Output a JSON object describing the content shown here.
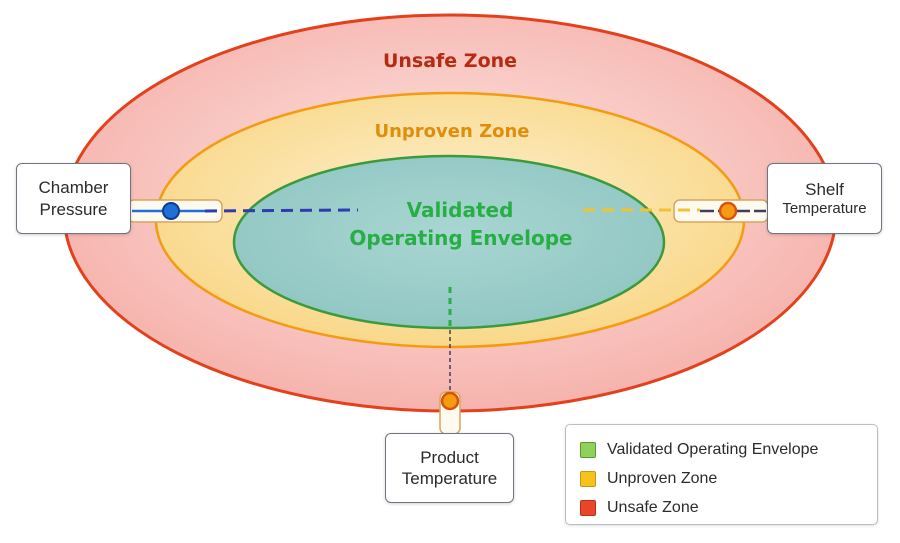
{
  "zones": {
    "unsafe": {
      "label": "Unsafe Zone",
      "fill": "#f8c4c0",
      "stroke": "#e2411c",
      "text_color": "#b52a12"
    },
    "unproven": {
      "label": "Unproven Zone",
      "fill": "#fbe2a6",
      "stroke": "#f39c12",
      "text_color": "#e08d0c"
    },
    "validated": {
      "label_line1": "Validated",
      "label_line2": "Operating Envelope",
      "fill": "#9ecfcc",
      "stroke": "#3c9a3c",
      "text_color": "#27ae45"
    }
  },
  "parameters": {
    "chamber_pressure": {
      "line1": "Chamber",
      "line2": "Pressure",
      "color": "#1f6fd6",
      "dash_color": "#2d3db0"
    },
    "shelf_temperature": {
      "line1": "Shelf",
      "line2": "Temperature",
      "color": "#f39c12",
      "dash_color": "#f2c230"
    },
    "product_temperature": {
      "line1": "Product",
      "line2": "Temperature",
      "color": "#f39c12",
      "dash_color": "#27ae45"
    }
  },
  "legend": {
    "items": [
      {
        "label": "Validated Operating Envelope",
        "color": "#8fd15a",
        "border": "#5a9a2e"
      },
      {
        "label": "Unproven Zone",
        "color": "#f6c21c",
        "border": "#c9951a"
      },
      {
        "label": "Unsafe Zone",
        "color": "#e8452a",
        "border": "#b53217"
      }
    ]
  }
}
